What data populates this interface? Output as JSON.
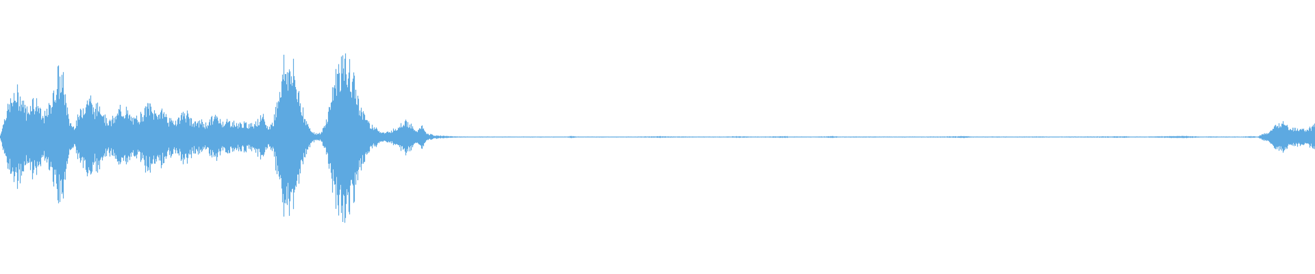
{
  "waveform": {
    "color": "#5DA9E1",
    "background": "#FFFFFF",
    "description_note": "",
    "envelope": {
      "time_fraction": [
        0.0,
        0.004,
        0.008,
        0.012,
        0.016,
        0.02,
        0.024,
        0.028,
        0.032,
        0.036,
        0.04,
        0.044,
        0.048,
        0.052,
        0.056,
        0.06,
        0.064,
        0.068,
        0.072,
        0.076,
        0.08,
        0.084,
        0.088,
        0.092,
        0.096,
        0.1,
        0.104,
        0.108,
        0.112,
        0.116,
        0.12,
        0.124,
        0.128,
        0.132,
        0.136,
        0.14,
        0.144,
        0.148,
        0.152,
        0.156,
        0.16,
        0.164,
        0.168,
        0.172,
        0.176,
        0.18,
        0.184,
        0.188,
        0.192,
        0.196,
        0.2,
        0.204,
        0.208,
        0.212,
        0.216,
        0.22,
        0.224,
        0.228,
        0.232,
        0.236,
        0.24,
        0.244,
        0.248,
        0.252,
        0.256,
        0.26,
        0.264,
        0.268,
        0.272,
        0.276,
        0.28,
        0.284,
        0.288,
        0.292,
        0.296,
        0.3,
        0.304,
        0.308,
        0.312,
        0.316,
        0.32,
        0.324,
        0.33,
        0.34,
        0.35,
        0.36,
        0.37,
        0.38,
        0.39,
        0.4,
        0.43,
        0.434,
        0.44,
        0.47,
        0.48,
        0.5,
        0.54,
        0.55,
        0.555,
        0.56,
        0.58,
        0.598,
        0.6,
        0.604,
        0.62,
        0.634,
        0.64,
        0.662,
        0.67,
        0.7,
        0.728,
        0.732,
        0.74,
        0.758,
        0.762,
        0.77,
        0.79,
        0.8,
        0.83,
        0.856,
        0.86,
        0.868,
        0.9,
        0.916,
        0.92,
        0.94,
        0.944,
        0.952,
        0.956,
        0.96,
        0.964,
        0.968,
        0.972,
        0.976,
        0.98,
        0.984,
        0.988,
        0.992,
        0.996,
        1.0
      ],
      "amplitude": [
        0.02,
        0.28,
        0.42,
        0.5,
        0.48,
        0.3,
        0.45,
        0.4,
        0.22,
        0.3,
        0.5,
        0.7,
        0.65,
        0.2,
        0.12,
        0.25,
        0.4,
        0.48,
        0.3,
        0.4,
        0.22,
        0.18,
        0.24,
        0.35,
        0.3,
        0.2,
        0.22,
        0.28,
        0.38,
        0.3,
        0.28,
        0.32,
        0.2,
        0.18,
        0.22,
        0.3,
        0.22,
        0.16,
        0.18,
        0.14,
        0.2,
        0.24,
        0.18,
        0.18,
        0.18,
        0.14,
        0.16,
        0.14,
        0.16,
        0.2,
        0.22,
        0.1,
        0.2,
        0.55,
        0.85,
        0.8,
        0.7,
        0.45,
        0.2,
        0.08,
        0.04,
        0.04,
        0.2,
        0.5,
        0.78,
        0.88,
        0.8,
        0.7,
        0.45,
        0.28,
        0.18,
        0.12,
        0.08,
        0.05,
        0.06,
        0.1,
        0.14,
        0.2,
        0.14,
        0.06,
        0.14,
        0.04,
        0.02,
        0.01,
        0.005,
        0.004,
        0.004,
        0.003,
        0.003,
        0.003,
        0.003,
        0.012,
        0.004,
        0.004,
        0.004,
        0.008,
        0.003,
        0.003,
        0.006,
        0.008,
        0.004,
        0.01,
        0.003,
        0.003,
        0.004,
        0.01,
        0.004,
        0.006,
        0.004,
        0.004,
        0.008,
        0.012,
        0.004,
        0.006,
        0.004,
        0.004,
        0.006,
        0.004,
        0.006,
        0.008,
        0.003,
        0.004,
        0.012,
        0.003,
        0.006,
        0.004,
        0.004,
        0.01,
        0.004,
        0.035,
        0.05,
        0.1,
        0.14,
        0.2,
        0.12,
        0.1,
        0.09,
        0.08,
        0.1,
        0.14,
        0.12
      ]
    }
  }
}
